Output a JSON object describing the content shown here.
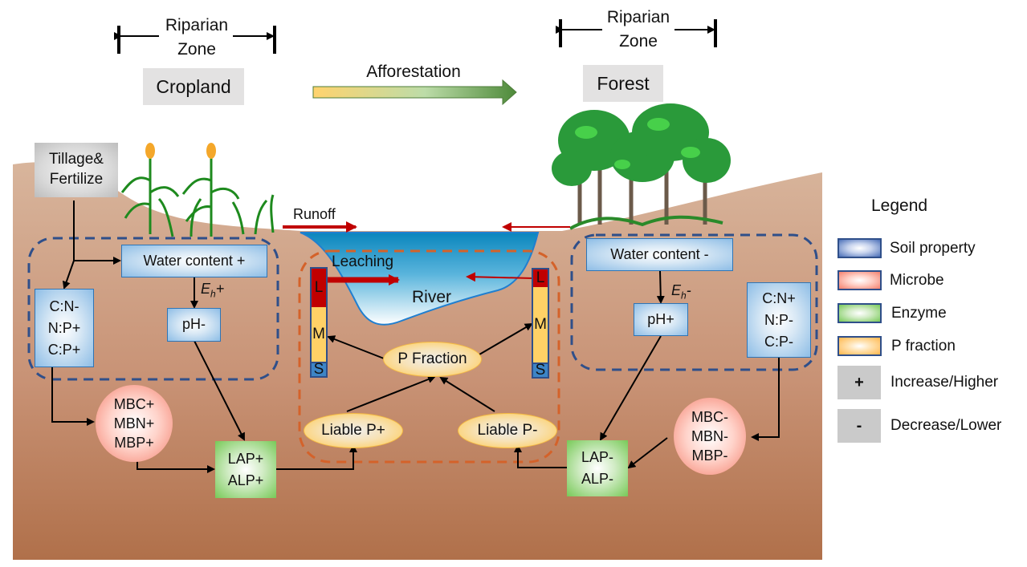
{
  "header": {
    "left_zone": {
      "line1": "Riparian",
      "line2": "Zone"
    },
    "right_zone": {
      "line1": "Riparian",
      "line2": "Zone"
    },
    "left_landuse": "Cropland",
    "right_landuse": "Forest",
    "transition": "Afforestation"
  },
  "cropland": {
    "driver": {
      "line1": "Tillage&",
      "line2": "Fertilize"
    },
    "water_content": "Water content +",
    "eh": {
      "symbol": "E",
      "sub": "h",
      "sign": "+"
    },
    "ph": "pH-",
    "stoichiometry": [
      "C:N-",
      "N:P+",
      "C:P+"
    ],
    "microbe": [
      "MBC+",
      "MBN+",
      "MBP+"
    ],
    "enzyme": [
      "LAP+",
      "ALP+"
    ]
  },
  "forest": {
    "water_content": "Water content -",
    "eh": {
      "symbol": "E",
      "sub": "h",
      "sign": "-"
    },
    "ph": "pH+",
    "stoichiometry": [
      "C:N+",
      "N:P-",
      "C:P-"
    ],
    "microbe": [
      "MBC-",
      "MBN-",
      "MBP-"
    ],
    "enzyme": [
      "LAP-",
      "ALP-"
    ]
  },
  "river": {
    "label": "River",
    "runoff": "Runoff",
    "leaching": "Leaching",
    "p_fraction": "P Fraction",
    "liable_left": "Liable P+",
    "liable_right": "Liable P-",
    "stack_left": [
      "L",
      "M",
      "S"
    ],
    "stack_right": [
      "L",
      "M",
      "S"
    ]
  },
  "legend": {
    "title": "Legend",
    "items": [
      {
        "label": "Soil property",
        "color": "#4472c4"
      },
      {
        "label": "Microbe",
        "color": "#f4806d"
      },
      {
        "label": "Enzyme",
        "color": "#77c957"
      },
      {
        "label": "P fraction",
        "color": "#ffc94f"
      },
      {
        "symbol": "+",
        "label": "Increase/Higher"
      },
      {
        "symbol": "-",
        "label": "Decrease/Lower"
      }
    ]
  },
  "colors": {
    "soil_top": "#d7b39a",
    "soil_bottom": "#b0704a",
    "water": "#0a8ac0",
    "arrow_red": "#c00000",
    "dash_blue": "#2f4f8a",
    "dash_orange": "#d4622a",
    "stack_l": "#c00000",
    "stack_m": "#ffd166",
    "stack_s": "#3d85c6"
  }
}
